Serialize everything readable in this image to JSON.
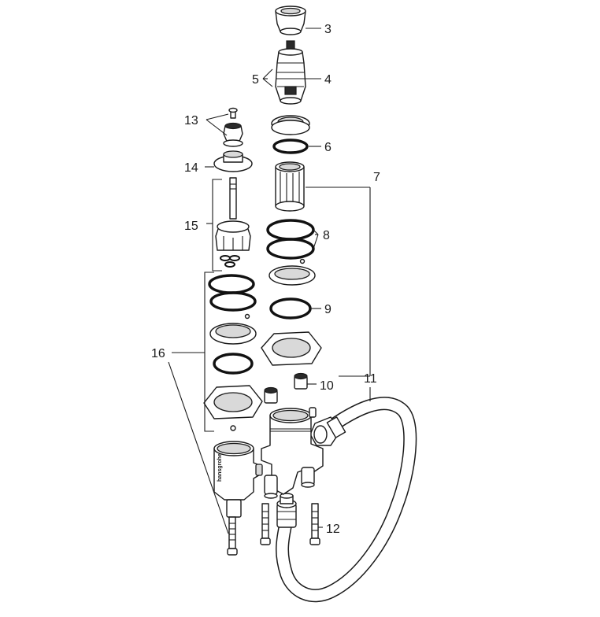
{
  "callouts": [
    {
      "id": "3",
      "label": "3"
    },
    {
      "id": "4",
      "label": "4"
    },
    {
      "id": "5",
      "label": "5"
    },
    {
      "id": "6",
      "label": "6"
    },
    {
      "id": "7",
      "label": "7"
    },
    {
      "id": "8",
      "label": "8"
    },
    {
      "id": "9",
      "label": "9"
    },
    {
      "id": "10",
      "label": "10"
    },
    {
      "id": "11",
      "label": "11"
    },
    {
      "id": "12",
      "label": "12"
    },
    {
      "id": "13",
      "label": "13"
    },
    {
      "id": "14",
      "label": "14"
    },
    {
      "id": "15",
      "label": "15"
    },
    {
      "id": "16",
      "label": "16"
    }
  ],
  "brand_mark": "hansgrohe",
  "colors": {
    "line": "#1a1a1a",
    "background": "#ffffff",
    "shading": "#d9d9d9"
  }
}
